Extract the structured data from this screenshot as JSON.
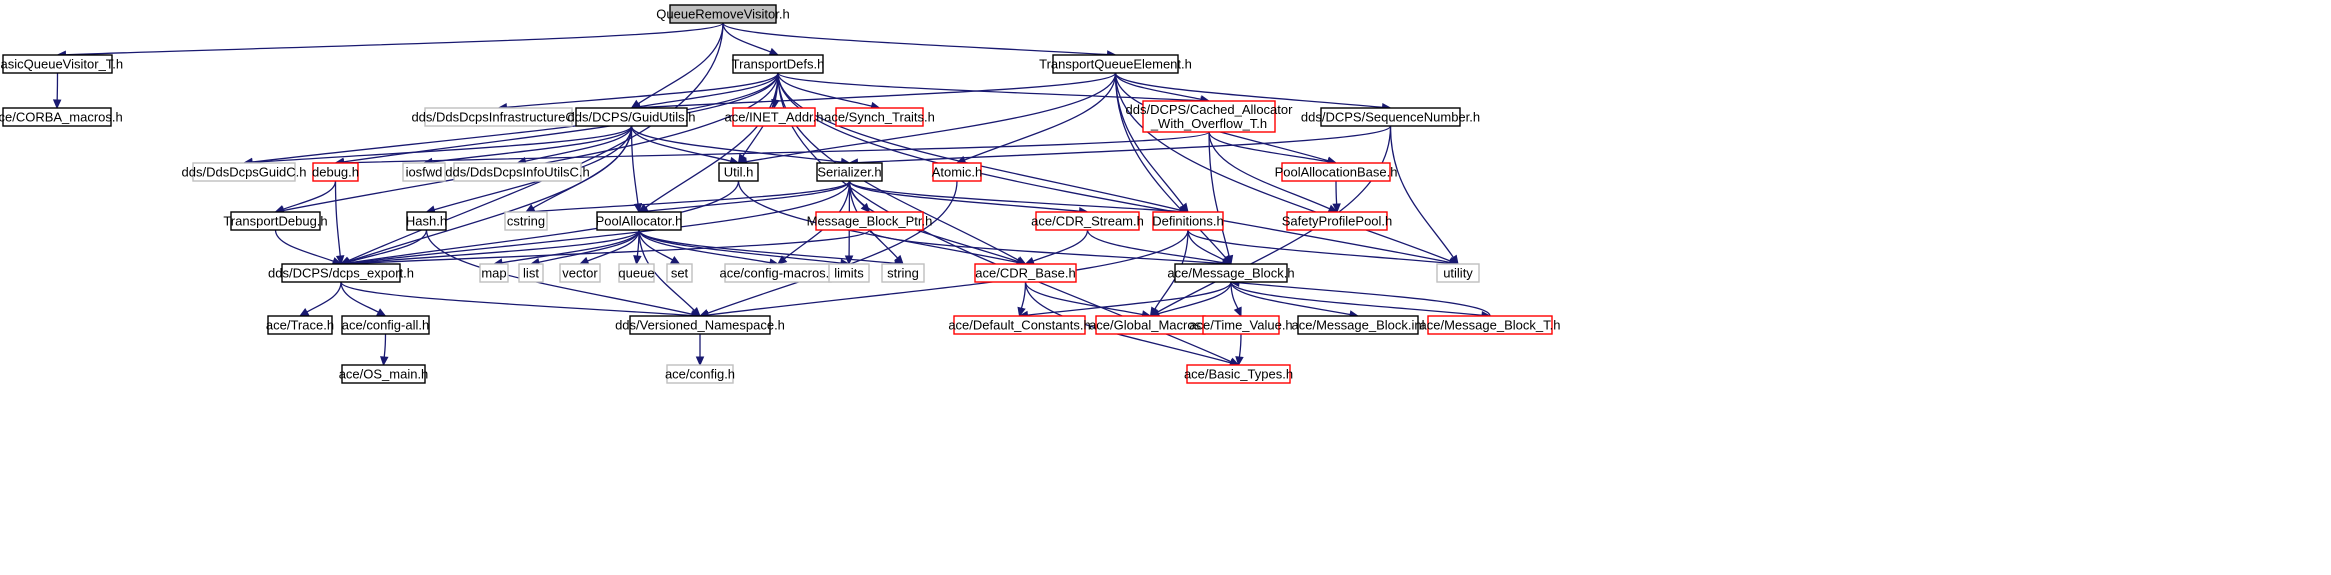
{
  "diagram": {
    "type": "include-dependency-graph",
    "colors": {
      "edge": "#191970",
      "root_fill": "#bfbfbf",
      "box_black": "#000000",
      "box_red": "#ff0000",
      "box_gray": "#bfbfbf"
    },
    "nodes": [
      {
        "id": "root",
        "lines": [
          "QueueRemoveVisitor.h"
        ],
        "style": "root"
      },
      {
        "id": "bqv",
        "lines": [
          "BasicQueueVisitor_T.h"
        ],
        "style": "black"
      },
      {
        "id": "corba",
        "lines": [
          "ace/CORBA_macros.h"
        ],
        "style": "black"
      },
      {
        "id": "tdefs",
        "lines": [
          "TransportDefs.h"
        ],
        "style": "black"
      },
      {
        "id": "tqe",
        "lines": [
          "TransportQueueElement.h"
        ],
        "style": "black"
      },
      {
        "id": "dinfra",
        "lines": [
          "dds/DdsDcpsInfrastructureC.h"
        ],
        "style": "gray"
      },
      {
        "id": "guid",
        "lines": [
          "dds/DCPS/GuidUtils.h"
        ],
        "style": "black"
      },
      {
        "id": "inet",
        "lines": [
          "ace/INET_Addr.h"
        ],
        "style": "red"
      },
      {
        "id": "synch",
        "lines": [
          "ace/Synch_Traits.h"
        ],
        "style": "red"
      },
      {
        "id": "cached",
        "lines": [
          "dds/DCPS/Cached_Allocator",
          "_With_Overflow_T.h"
        ],
        "style": "red"
      },
      {
        "id": "seqn",
        "lines": [
          "dds/DCPS/SequenceNumber.h"
        ],
        "style": "black"
      },
      {
        "id": "guidc",
        "lines": [
          "dds/DdsDcpsGuidC.h"
        ],
        "style": "gray"
      },
      {
        "id": "debug",
        "lines": [
          "debug.h"
        ],
        "style": "red"
      },
      {
        "id": "iosfwd",
        "lines": [
          "iosfwd"
        ],
        "style": "gray"
      },
      {
        "id": "dinfo",
        "lines": [
          "dds/DdsDcpsInfoUtilsC.h"
        ],
        "style": "gray"
      },
      {
        "id": "util",
        "lines": [
          "Util.h"
        ],
        "style": "black"
      },
      {
        "id": "ser",
        "lines": [
          "Serializer.h"
        ],
        "style": "black"
      },
      {
        "id": "atomic",
        "lines": [
          "Atomic.h"
        ],
        "style": "red"
      },
      {
        "id": "pab",
        "lines": [
          "PoolAllocationBase.h"
        ],
        "style": "red"
      },
      {
        "id": "tdebug",
        "lines": [
          "TransportDebug.h"
        ],
        "style": "black"
      },
      {
        "id": "hash",
        "lines": [
          "Hash.h"
        ],
        "style": "black"
      },
      {
        "id": "cstring",
        "lines": [
          "cstring"
        ],
        "style": "gray"
      },
      {
        "id": "palloc",
        "lines": [
          "PoolAllocator.h"
        ],
        "style": "black"
      },
      {
        "id": "mbp",
        "lines": [
          "Message_Block_Ptr.h"
        ],
        "style": "red"
      },
      {
        "id": "cdrs",
        "lines": [
          "ace/CDR_Stream.h"
        ],
        "style": "red"
      },
      {
        "id": "defs",
        "lines": [
          "Definitions.h"
        ],
        "style": "red"
      },
      {
        "id": "sppool",
        "lines": [
          "SafetyProfilePool.h"
        ],
        "style": "red"
      },
      {
        "id": "export",
        "lines": [
          "dds/DCPS/dcps_export.h"
        ],
        "style": "black"
      },
      {
        "id": "map",
        "lines": [
          "map"
        ],
        "style": "gray"
      },
      {
        "id": "list",
        "lines": [
          "list"
        ],
        "style": "gray"
      },
      {
        "id": "vector",
        "lines": [
          "vector"
        ],
        "style": "gray"
      },
      {
        "id": "queue",
        "lines": [
          "queue"
        ],
        "style": "gray"
      },
      {
        "id": "set",
        "lines": [
          "set"
        ],
        "style": "gray"
      },
      {
        "id": "cfgmac",
        "lines": [
          "ace/config-macros.h"
        ],
        "style": "gray"
      },
      {
        "id": "limits",
        "lines": [
          "limits"
        ],
        "style": "gray"
      },
      {
        "id": "string",
        "lines": [
          "string"
        ],
        "style": "gray"
      },
      {
        "id": "cdrb",
        "lines": [
          "ace/CDR_Base.h"
        ],
        "style": "red"
      },
      {
        "id": "mb",
        "lines": [
          "ace/Message_Block.h"
        ],
        "style": "black"
      },
      {
        "id": "utility",
        "lines": [
          "utility"
        ],
        "style": "gray"
      },
      {
        "id": "trace",
        "lines": [
          "ace/Trace.h"
        ],
        "style": "black"
      },
      {
        "id": "cfgall",
        "lines": [
          "ace/config-all.h"
        ],
        "style": "black"
      },
      {
        "id": "vns",
        "lines": [
          "dds/Versioned_Namespace.h"
        ],
        "style": "black"
      },
      {
        "id": "defc",
        "lines": [
          "ace/Default_Constants.h"
        ],
        "style": "red"
      },
      {
        "id": "gmac",
        "lines": [
          "ace/Global_Macros.h"
        ],
        "style": "red"
      },
      {
        "id": "tv",
        "lines": [
          "ace/Time_Value.h"
        ],
        "style": "red"
      },
      {
        "id": "mbinl",
        "lines": [
          "ace/Message_Block.inl"
        ],
        "style": "black"
      },
      {
        "id": "mbt",
        "lines": [
          "ace/Message_Block_T.h"
        ],
        "style": "red"
      },
      {
        "id": "osmain",
        "lines": [
          "ace/OS_main.h"
        ],
        "style": "black"
      },
      {
        "id": "aceconf",
        "lines": [
          "ace/config.h"
        ],
        "style": "gray"
      },
      {
        "id": "btypes",
        "lines": [
          "ace/Basic_Types.h"
        ],
        "style": "red"
      }
    ],
    "edges": [
      [
        "root",
        "bqv"
      ],
      [
        "root",
        "tdefs"
      ],
      [
        "root",
        "tqe"
      ],
      [
        "root",
        "guid"
      ],
      [
        "root",
        "export"
      ],
      [
        "bqv",
        "corba"
      ],
      [
        "tdefs",
        "dinfra"
      ],
      [
        "tdefs",
        "guid"
      ],
      [
        "tdefs",
        "inet"
      ],
      [
        "tdefs",
        "synch"
      ],
      [
        "tdefs",
        "cached"
      ],
      [
        "tdefs",
        "guidc"
      ],
      [
        "tdefs",
        "debug"
      ],
      [
        "tdefs",
        "tdebug"
      ],
      [
        "tdefs",
        "palloc"
      ],
      [
        "tdefs",
        "defs"
      ],
      [
        "tdefs",
        "cdrb"
      ],
      [
        "tdefs",
        "util"
      ],
      [
        "tdefs",
        "utility"
      ],
      [
        "tdefs",
        "btypes"
      ],
      [
        "tqe",
        "guid"
      ],
      [
        "tqe",
        "cached"
      ],
      [
        "tqe",
        "seqn"
      ],
      [
        "tqe",
        "atomic"
      ],
      [
        "tqe",
        "pab"
      ],
      [
        "tqe",
        "defs"
      ],
      [
        "tqe",
        "util"
      ],
      [
        "tqe",
        "mb"
      ],
      [
        "tqe",
        "utility"
      ],
      [
        "guid",
        "guidc"
      ],
      [
        "guid",
        "iosfwd"
      ],
      [
        "guid",
        "dinfo"
      ],
      [
        "guid",
        "util"
      ],
      [
        "guid",
        "ser"
      ],
      [
        "guid",
        "hash"
      ],
      [
        "guid",
        "cstring"
      ],
      [
        "guid",
        "palloc"
      ],
      [
        "guid",
        "export"
      ],
      [
        "cached",
        "debug"
      ],
      [
        "cached",
        "pab"
      ],
      [
        "cached",
        "sppool"
      ],
      [
        "cached",
        "mb"
      ],
      [
        "seqn",
        "ser"
      ],
      [
        "seqn",
        "utility"
      ],
      [
        "seqn",
        "gmac"
      ],
      [
        "debug",
        "tdebug"
      ],
      [
        "debug",
        "export"
      ],
      [
        "util",
        "cdrb"
      ],
      [
        "util",
        "export"
      ],
      [
        "ser",
        "palloc"
      ],
      [
        "ser",
        "mbp"
      ],
      [
        "ser",
        "cdrs"
      ],
      [
        "ser",
        "defs"
      ],
      [
        "ser",
        "cfgmac"
      ],
      [
        "ser",
        "limits"
      ],
      [
        "ser",
        "string"
      ],
      [
        "ser",
        "cdrb"
      ],
      [
        "ser",
        "export"
      ],
      [
        "ser",
        "cstring"
      ],
      [
        "atomic",
        "vns"
      ],
      [
        "pab",
        "sppool"
      ],
      [
        "tdebug",
        "export"
      ],
      [
        "hash",
        "export"
      ],
      [
        "hash",
        "vns"
      ],
      [
        "palloc",
        "map"
      ],
      [
        "palloc",
        "list"
      ],
      [
        "palloc",
        "vector"
      ],
      [
        "palloc",
        "queue"
      ],
      [
        "palloc",
        "set"
      ],
      [
        "palloc",
        "cfgmac"
      ],
      [
        "palloc",
        "limits"
      ],
      [
        "palloc",
        "string"
      ],
      [
        "palloc",
        "vns"
      ],
      [
        "palloc",
        "export"
      ],
      [
        "mbp",
        "mb"
      ],
      [
        "mbp",
        "export"
      ],
      [
        "cdrs",
        "cdrb"
      ],
      [
        "cdrs",
        "mb"
      ],
      [
        "defs",
        "mb"
      ],
      [
        "defs",
        "vns"
      ],
      [
        "defs",
        "utility"
      ],
      [
        "defs",
        "gmac"
      ],
      [
        "export",
        "trace"
      ],
      [
        "export",
        "cfgall"
      ],
      [
        "export",
        "vns"
      ],
      [
        "cfgall",
        "osmain"
      ],
      [
        "vns",
        "aceconf"
      ],
      [
        "cdrb",
        "defc"
      ],
      [
        "cdrb",
        "gmac"
      ],
      [
        "cdrb",
        "btypes"
      ],
      [
        "mb",
        "defc"
      ],
      [
        "mb",
        "gmac"
      ],
      [
        "mb",
        "tv"
      ],
      [
        "mb",
        "mbinl"
      ],
      [
        "mb",
        "mbt"
      ],
      [
        "mbt",
        "mb"
      ],
      [
        "tv",
        "btypes"
      ]
    ]
  }
}
